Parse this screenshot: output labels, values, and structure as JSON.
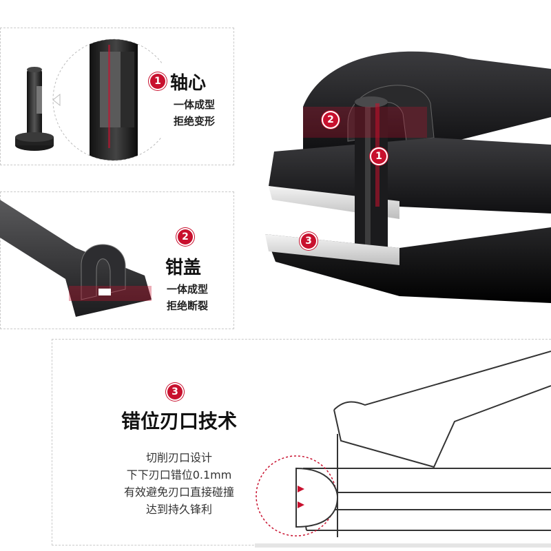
{
  "features": [
    {
      "number": "1",
      "title": "轴心",
      "lines": [
        "一体成型",
        "拒绝变形"
      ]
    },
    {
      "number": "2",
      "title": "钳盖",
      "lines": [
        "一体成型",
        "拒绝断裂"
      ]
    },
    {
      "number": "3",
      "title": "错位刃口技术",
      "lines": [
        "切削刃口设计",
        "下下刃口错位0.1mm",
        "有效避免刃口直接碰撞",
        "达到持久锋利"
      ]
    }
  ],
  "callouts": {
    "top_right": [
      "2",
      "1",
      "3"
    ]
  },
  "colors": {
    "accent": "#c8102e",
    "metal_dark": "#2a2a2c",
    "metal_light": "#e6e6e6"
  }
}
